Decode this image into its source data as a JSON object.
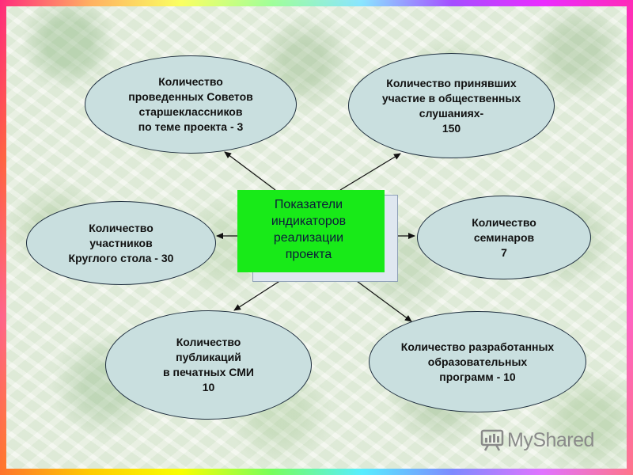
{
  "diagram": {
    "center": {
      "text": "Показатели\nиндикаторов\nреализации\nпроекта"
    },
    "nodes": [
      {
        "id": "councils",
        "text": "Количество\nпроведенных Советов\nстаршеклассников\nпо теме проекта - 3"
      },
      {
        "id": "hearings",
        "text": "Количество принявших\nучастие в общественных\nслушаниях-\n150"
      },
      {
        "id": "round-table",
        "text": "Количество\nучастников\nКруглого стола - 30"
      },
      {
        "id": "seminars",
        "text": "Количество\nсеминаров\n7"
      },
      {
        "id": "publications",
        "text": "Количество\nпубликаций\nв печатных СМИ\n10"
      },
      {
        "id": "programs",
        "text": "Количество разработанных\nобразовательных\nпрограмм   - 10"
      }
    ],
    "colors": {
      "center_fill": "#18ea18",
      "node_fill": "#c9dfdf",
      "node_border": "#1f2f3f",
      "arrow": "#111111"
    }
  },
  "watermark": {
    "text": "MyShared",
    "icon": "presentation-board-icon"
  }
}
